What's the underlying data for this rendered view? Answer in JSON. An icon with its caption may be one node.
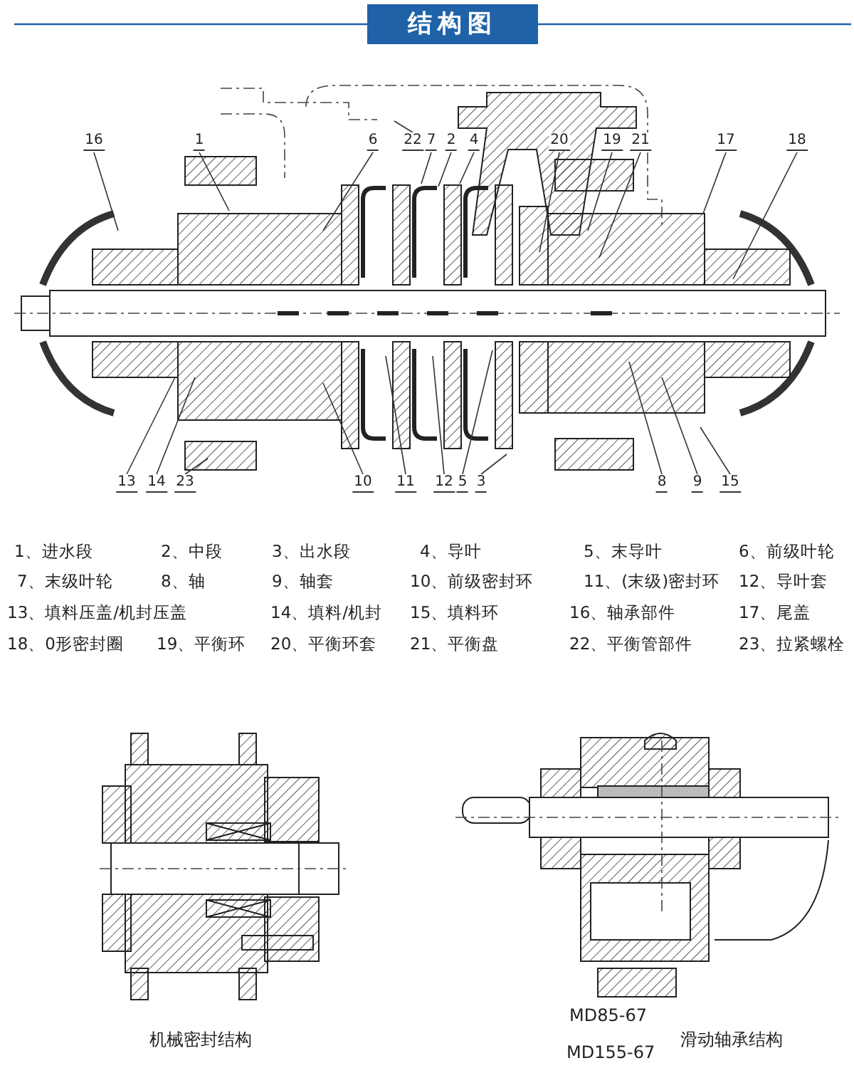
{
  "diagram": {
    "title": "结构图",
    "nodes": [
      {
        "text": [
          "16"
        ]
      },
      {
        "text": [
          "1"
        ]
      },
      {
        "text": [
          "6"
        ]
      },
      {
        "text": [
          "22"
        ]
      },
      {
        "text": [
          "7"
        ]
      },
      {
        "text": [
          "2"
        ]
      },
      {
        "text": [
          "4"
        ]
      },
      {
        "text": [
          "20"
        ]
      },
      {
        "text": [
          "19"
        ]
      },
      {
        "text": [
          "21"
        ]
      },
      {
        "text": [
          "17"
        ]
      },
      {
        "text": [
          "18"
        ]
      },
      {
        "text": [
          "13"
        ]
      },
      {
        "text": [
          "14"
        ]
      },
      {
        "text": [
          "23"
        ]
      },
      {
        "text": [
          "10"
        ]
      },
      {
        "text": [
          "11"
        ]
      },
      {
        "text": [
          "12"
        ]
      },
      {
        "text": [
          "5"
        ]
      },
      {
        "text": [
          "3"
        ]
      },
      {
        "text": [
          "8"
        ]
      },
      {
        "text": [
          "9"
        ]
      },
      {
        "text": [
          "15"
        ]
      }
    ],
    "edges": [
      {
        "from": 0,
        "to": null,
        "arrow": "none"
      },
      {
        "from": 1,
        "to": null,
        "arrow": "none"
      },
      {
        "from": 2,
        "to": null,
        "arrow": "none"
      },
      {
        "from": 3,
        "to": null,
        "arrow": "none"
      },
      {
        "from": 4,
        "to": null,
        "arrow": "none"
      },
      {
        "from": 5,
        "to": null,
        "arrow": "none"
      },
      {
        "from": 6,
        "to": null,
        "arrow": "none"
      },
      {
        "from": 7,
        "to": null,
        "arrow": "none"
      },
      {
        "from": 8,
        "to": null,
        "arrow": "none"
      },
      {
        "from": 9,
        "to": null,
        "arrow": "none"
      },
      {
        "from": 10,
        "to": null,
        "arrow": "none"
      },
      {
        "from": 11,
        "to": null,
        "arrow": "none"
      },
      {
        "from": 12,
        "to": null,
        "arrow": "none"
      },
      {
        "from": 13,
        "to": null,
        "arrow": "none"
      },
      {
        "from": 14,
        "to": null,
        "arrow": "none"
      },
      {
        "from": 15,
        "to": null,
        "arrow": "none"
      },
      {
        "from": 16,
        "to": null,
        "arrow": "none"
      },
      {
        "from": 17,
        "to": null,
        "arrow": "none"
      },
      {
        "from": 18,
        "to": null,
        "arrow": "none"
      },
      {
        "from": 19,
        "to": null,
        "arrow": "none"
      },
      {
        "from": 20,
        "to": null,
        "arrow": "none"
      },
      {
        "from": 21,
        "to": null,
        "arrow": "none"
      },
      {
        "from": 22,
        "to": null,
        "arrow": "none"
      }
    ],
    "labels": [
      "1、进水段",
      "2、中段",
      "3、出水段",
      "4、导叶",
      "5、末导叶",
      "6、前级叶轮",
      "7、末级叶轮",
      "8、轴",
      "9、轴套",
      "10、前级密封环",
      "11、(末级)密封环",
      "12、导叶套",
      "13、填料压盖/机封压盖",
      "14、填料/机封",
      "15、填料环",
      "16、轴承部件",
      "17、尾盖",
      "18、0形密封圈",
      "19、平衡环",
      "20、平衡环套",
      "21、平衡盘",
      "22、平衡管部件",
      "23、拉紧螺栓",
      "机械密封结构",
      "MD85-67",
      "MD155-67",
      "滑动轴承结构"
    ]
  }
}
